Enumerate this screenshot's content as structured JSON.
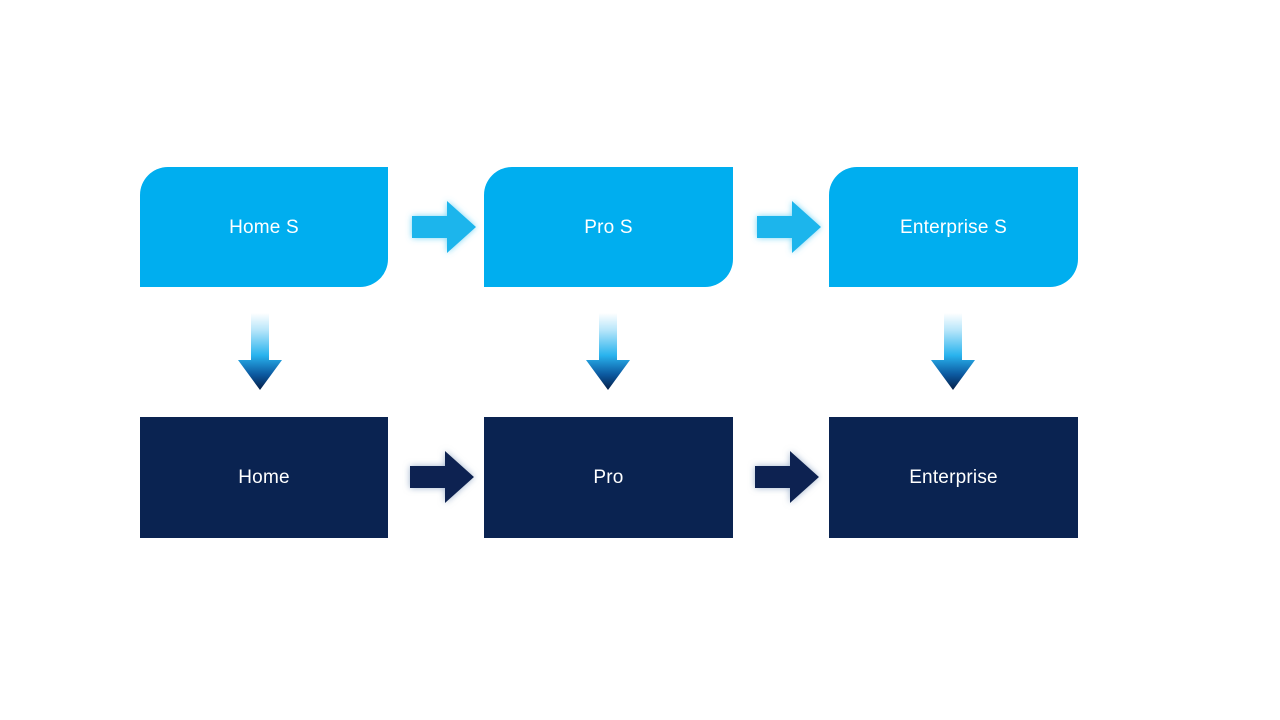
{
  "diagram": {
    "background_color": "#ffffff",
    "colors": {
      "top_node_fill": "#00aeef",
      "bottom_node_fill": "#0a2351",
      "right_arrow_top_fill": "#1cb5ec",
      "right_arrow_bottom_fill": "#0a2351",
      "down_arrow_gradient_start": "#ffffff",
      "down_arrow_gradient_mid": "#29b3ee",
      "down_arrow_gradient_end": "#041e47",
      "label_text": "#ffffff"
    },
    "top_row": {
      "nodes": [
        {
          "label": "Home S"
        },
        {
          "label": "Pro S"
        },
        {
          "label": "Enterprise S"
        }
      ],
      "connectors": [
        {
          "icon": "arrow-right-icon"
        },
        {
          "icon": "arrow-right-icon"
        }
      ]
    },
    "bottom_row": {
      "nodes": [
        {
          "label": "Home"
        },
        {
          "label": "Pro"
        },
        {
          "label": "Enterprise"
        }
      ],
      "connectors": [
        {
          "icon": "arrow-right-icon"
        },
        {
          "icon": "arrow-right-icon"
        }
      ]
    },
    "vertical_connectors": [
      {
        "icon": "arrow-down-icon"
      },
      {
        "icon": "arrow-down-icon"
      },
      {
        "icon": "arrow-down-icon"
      }
    ]
  }
}
